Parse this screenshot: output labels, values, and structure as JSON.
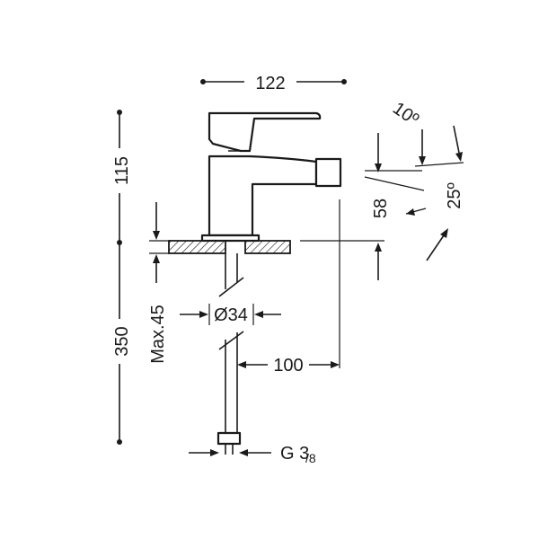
{
  "dimensions": {
    "width_top": "122",
    "height_upper": "115",
    "height_lower": "350",
    "max_thickness": "Max.45",
    "hole_diameter": "Ø34",
    "spout_reach": "100",
    "spout_height": "58",
    "angle_lever": "10º",
    "angle_spout": "25º",
    "thread_main": "G 3",
    "thread_fraction": "/8"
  }
}
